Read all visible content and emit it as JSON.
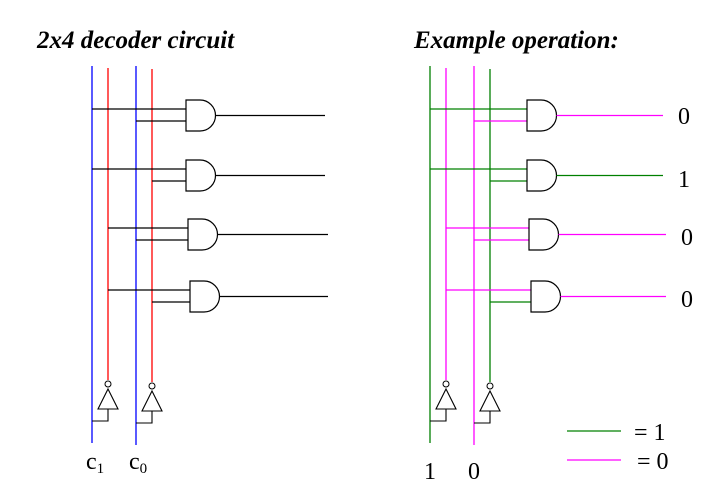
{
  "left": {
    "title": "2x4 decoder circuit",
    "inputs": [
      {
        "name": "c",
        "sub": "1"
      },
      {
        "name": "c",
        "sub": "0"
      }
    ],
    "colors": {
      "true_line": "#0000ff",
      "inverted_line": "#ff0000",
      "gate_wire": "#000000"
    }
  },
  "right": {
    "title": "Example operation:",
    "input_values": [
      "1",
      "0"
    ],
    "output_values": [
      "0",
      "1",
      "0",
      "0"
    ],
    "colors": {
      "one": "#008000",
      "zero": "#ff00ff"
    }
  },
  "legend": [
    {
      "color": "#008000",
      "label": "= 1"
    },
    {
      "color": "#ff00ff",
      "label": "= 0"
    }
  ]
}
